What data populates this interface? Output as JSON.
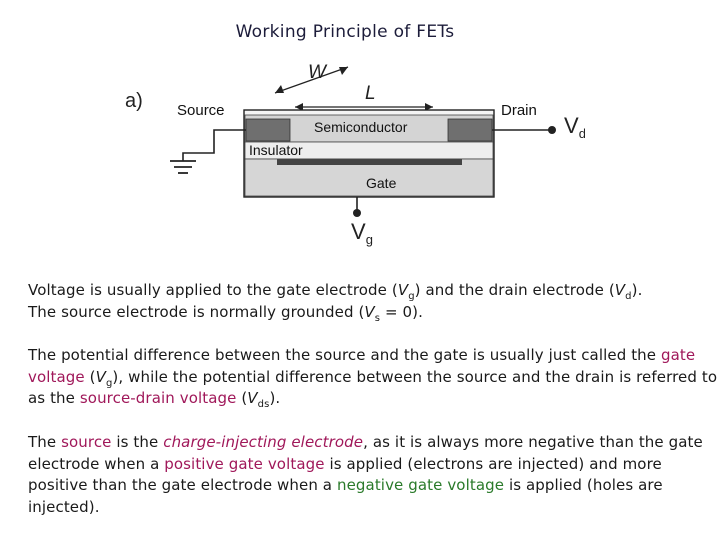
{
  "title": "Working Principle of FETs",
  "diagram": {
    "panel_label": "a)",
    "w_label": "W",
    "l_label": "L",
    "source_label": "Source",
    "drain_label": "Drain",
    "semiconductor_label": "Semiconductor",
    "insulator_label": "Insulator",
    "gate_label": "Gate",
    "vd_main": "V",
    "vd_sub": "d",
    "vg_main": "V",
    "vg_sub": "g"
  },
  "para1": {
    "a": "Voltage is usually applied to the gate electrode (",
    "b": "V",
    "c": "g",
    "d": ") and the drain electrode (",
    "e": "V",
    "f": "d",
    "g": ").",
    "h": "The source electrode is normally grounded (",
    "i": "V",
    "j": "s",
    "k": " = 0)."
  },
  "para2": {
    "a": "The potential difference between the source and the gate is usually just called the ",
    "b": "gate voltage",
    "c": " (",
    "d": "V",
    "e": "g",
    "f": "), while the potential difference between the source and the drain is referred to as the ",
    "g": "source-drain voltage",
    "h": " (",
    "i": "V",
    "j": "ds",
    "k": ")."
  },
  "para3": {
    "a": "The ",
    "b": "source",
    "c": " is the ",
    "d": "charge-injecting electrode",
    "e": ", as it is always more negative than the gate electrode when a ",
    "f": "positive gate voltage",
    "g": " is applied (electrons are injected) and more positive than the gate electrode when a ",
    "h": "negative gate voltage",
    "i": " is applied (holes are injected)."
  },
  "colors": {
    "highlight_red": "#a0185a",
    "highlight_green": "#2a7a2a"
  }
}
